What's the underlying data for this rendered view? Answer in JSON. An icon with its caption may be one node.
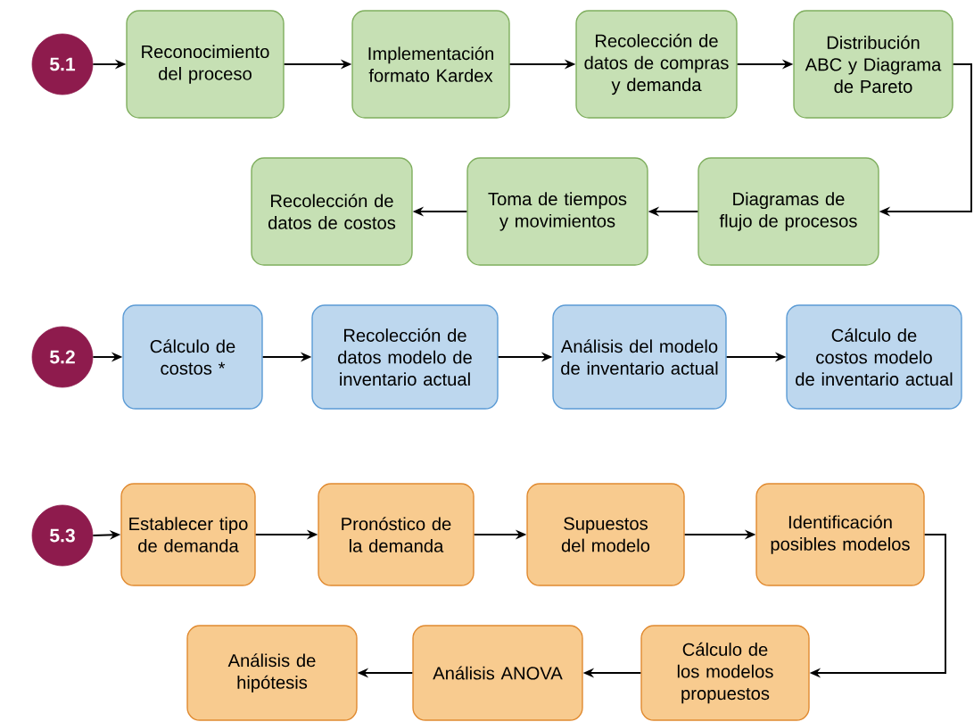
{
  "diagram": {
    "nodes": [
      {
        "text": [
          "5.1"
        ]
      },
      {
        "text": [
          "Reconocimiento del proceso"
        ]
      },
      {
        "text": [
          "Implementación formato Kardex"
        ]
      },
      {
        "text": [
          "Recolección de datos de compras y demanda"
        ]
      },
      {
        "text": [
          "Distribución ABC y Diagrama de Pareto"
        ]
      },
      {
        "text": [
          "Diagramas de flujo de procesos"
        ]
      },
      {
        "text": [
          "Toma de tiempos y movimientos"
        ]
      },
      {
        "text": [
          "Recolección de datos de costos"
        ]
      },
      {
        "text": [
          "5.2"
        ]
      },
      {
        "text": [
          "Cálculo de costos *"
        ]
      },
      {
        "text": [
          "Recolección de datos modelo de inventario actual"
        ]
      },
      {
        "text": [
          "Análisis del modelo de inventario actual"
        ]
      },
      {
        "text": [
          "Cálculo de costos modelo de inventario actual"
        ]
      },
      {
        "text": [
          "5.3"
        ]
      },
      {
        "text": [
          "Establecer tipo de demanda"
        ]
      },
      {
        "text": [
          "Pronóstico de la demanda"
        ]
      },
      {
        "text": [
          "Supuestos del modelo"
        ]
      },
      {
        "text": [
          "Identificación posibles modelos"
        ]
      },
      {
        "text": [
          "Cálculo de los modelos propuestos"
        ]
      },
      {
        "text": [
          "Análisis ANOVA"
        ]
      },
      {
        "text": [
          "Análisis de hipótesis"
        ]
      }
    ],
    "edges": [
      {
        "from": 0,
        "to": 1,
        "arrow": "to"
      },
      {
        "from": 1,
        "to": 2,
        "arrow": "to"
      },
      {
        "from": 2,
        "to": 3,
        "arrow": "to"
      },
      {
        "from": 3,
        "to": 4,
        "arrow": "to"
      },
      {
        "from": 4,
        "to": 5,
        "arrow": "to"
      },
      {
        "from": 5,
        "to": 6,
        "arrow": "to"
      },
      {
        "from": 6,
        "to": 7,
        "arrow": "to"
      },
      {
        "from": 8,
        "to": 9,
        "arrow": "to"
      },
      {
        "from": 9,
        "to": 10,
        "arrow": "to"
      },
      {
        "from": 10,
        "to": 11,
        "arrow": "to"
      },
      {
        "from": 11,
        "to": 12,
        "arrow": "to"
      },
      {
        "from": 13,
        "to": 14,
        "arrow": "to"
      },
      {
        "from": 14,
        "to": 15,
        "arrow": "to"
      },
      {
        "from": 15,
        "to": 16,
        "arrow": "to"
      },
      {
        "from": 16,
        "to": 17,
        "arrow": "to"
      },
      {
        "from": 17,
        "to": 18,
        "arrow": "to"
      },
      {
        "from": 18,
        "to": 19,
        "arrow": "to"
      },
      {
        "from": 19,
        "to": 20,
        "arrow": "to"
      }
    ]
  }
}
